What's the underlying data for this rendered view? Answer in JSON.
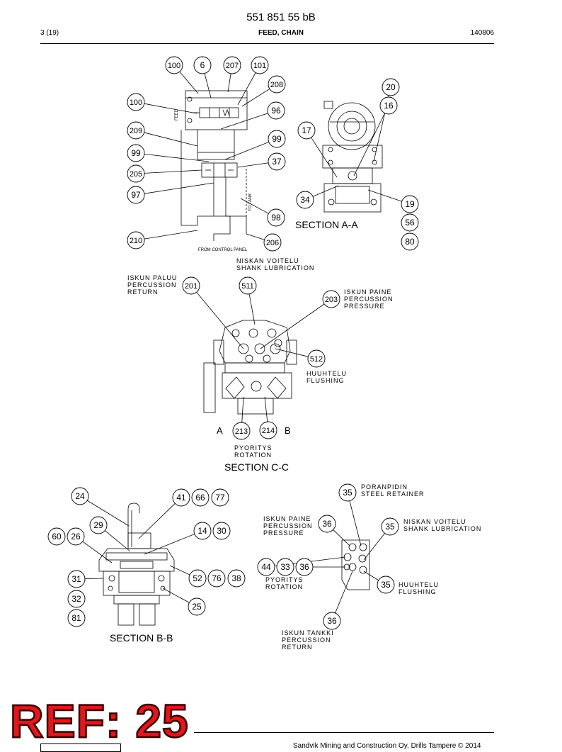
{
  "header": {
    "doc_number": "551 851 55 bB",
    "page": "3 (19)",
    "title": "FEED, CHAIN",
    "date": "140806"
  },
  "section_labels": {
    "aa": "SECTION A-A",
    "cc": "SECTION C-C",
    "bb": "SECTION B-B"
  },
  "diagram_text": {
    "feed": "FEED",
    "from_control_panel": "FROM CONTROL PANEL",
    "to_tank": "TO TANK",
    "port_a": "A",
    "port_b": "B",
    "shank_fi": "NISKAN VOITELU",
    "shank_en": "SHANK LUBRICATION",
    "perc_return_fi": "ISKUN PALUU",
    "perc_return_en1": "PERCUSSION",
    "perc_return_en2": "RETURN",
    "perc_pressure_fi": "ISKUN PAINE",
    "perc_pressure_en1": "PERCUSSION",
    "perc_pressure_en2": "PRESSURE",
    "flushing_fi": "HUUHTELU",
    "flushing_en": "FLUSHING",
    "rotation_fi": "PYORITYS",
    "rotation_en": "ROTATION",
    "retainer_fi": "PORANPIDIN",
    "retainer_en": "STEEL RETAINER",
    "tank_fi": "ISKUN TANKKI",
    "tank_en1": "PERCUSSION",
    "tank_en2": "RETURN"
  },
  "callouts": [
    "100",
    "6",
    "207",
    "101",
    "208",
    "100",
    "96",
    "209",
    "99",
    "99",
    "37",
    "205",
    "97",
    "98",
    "210",
    "206",
    "20",
    "16",
    "17",
    "34",
    "19",
    "56",
    "80",
    "201",
    "511",
    "203",
    "512",
    "213",
    "214",
    "24",
    "41",
    "66",
    "77",
    "29",
    "14",
    "30",
    "60",
    "26",
    "31",
    "52",
    "76",
    "38",
    "32",
    "25",
    "81",
    "35",
    "36",
    "35",
    "44",
    "33",
    "36",
    "35",
    "36"
  ],
  "ref_stamp": "REF: 25",
  "footer": {
    "company": "Sandvik Mining and Construction Oy, Drills Tampere © 2014"
  },
  "colors": {
    "stamp": "#e3161b",
    "ink": "#000000"
  }
}
